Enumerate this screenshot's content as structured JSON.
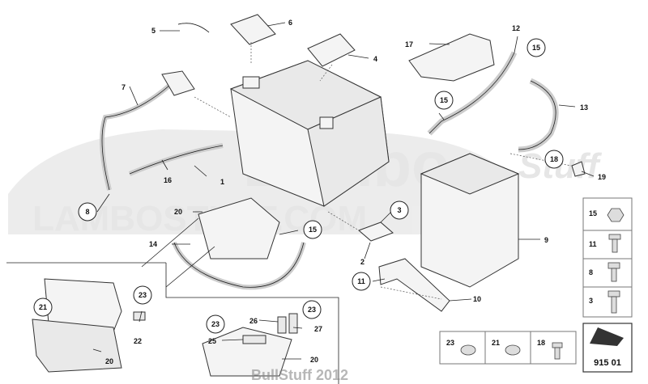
{
  "watermark": {
    "brand": "Lambo",
    "suffix": "Stuff",
    "site": "LAMBOSTUFF.COM"
  },
  "footer": {
    "credit": "BullStuff 2012"
  },
  "diagram": {
    "number": "915 01"
  },
  "callouts": {
    "c1": "1",
    "c2": "2",
    "c3": "3",
    "c4": "4",
    "c5": "5",
    "c6": "6",
    "c7": "7",
    "c8": "8",
    "c9": "9",
    "c10": "10",
    "c11": "11",
    "c12": "12",
    "c13": "13",
    "c14": "14",
    "c15a": "15",
    "c15b": "15",
    "c15c": "15",
    "c16": "16",
    "c17": "17",
    "c18": "18",
    "c19": "19",
    "c20a": "20",
    "c20b": "20",
    "c20c": "20",
    "c21": "21",
    "c22": "22",
    "c23a": "23",
    "c23b": "23",
    "c23c": "23",
    "c25": "25",
    "c26": "26",
    "c27": "27"
  },
  "fastener_legend": {
    "right": [
      "15",
      "11",
      "8",
      "3"
    ],
    "bottom": [
      "23",
      "21",
      "18"
    ]
  }
}
